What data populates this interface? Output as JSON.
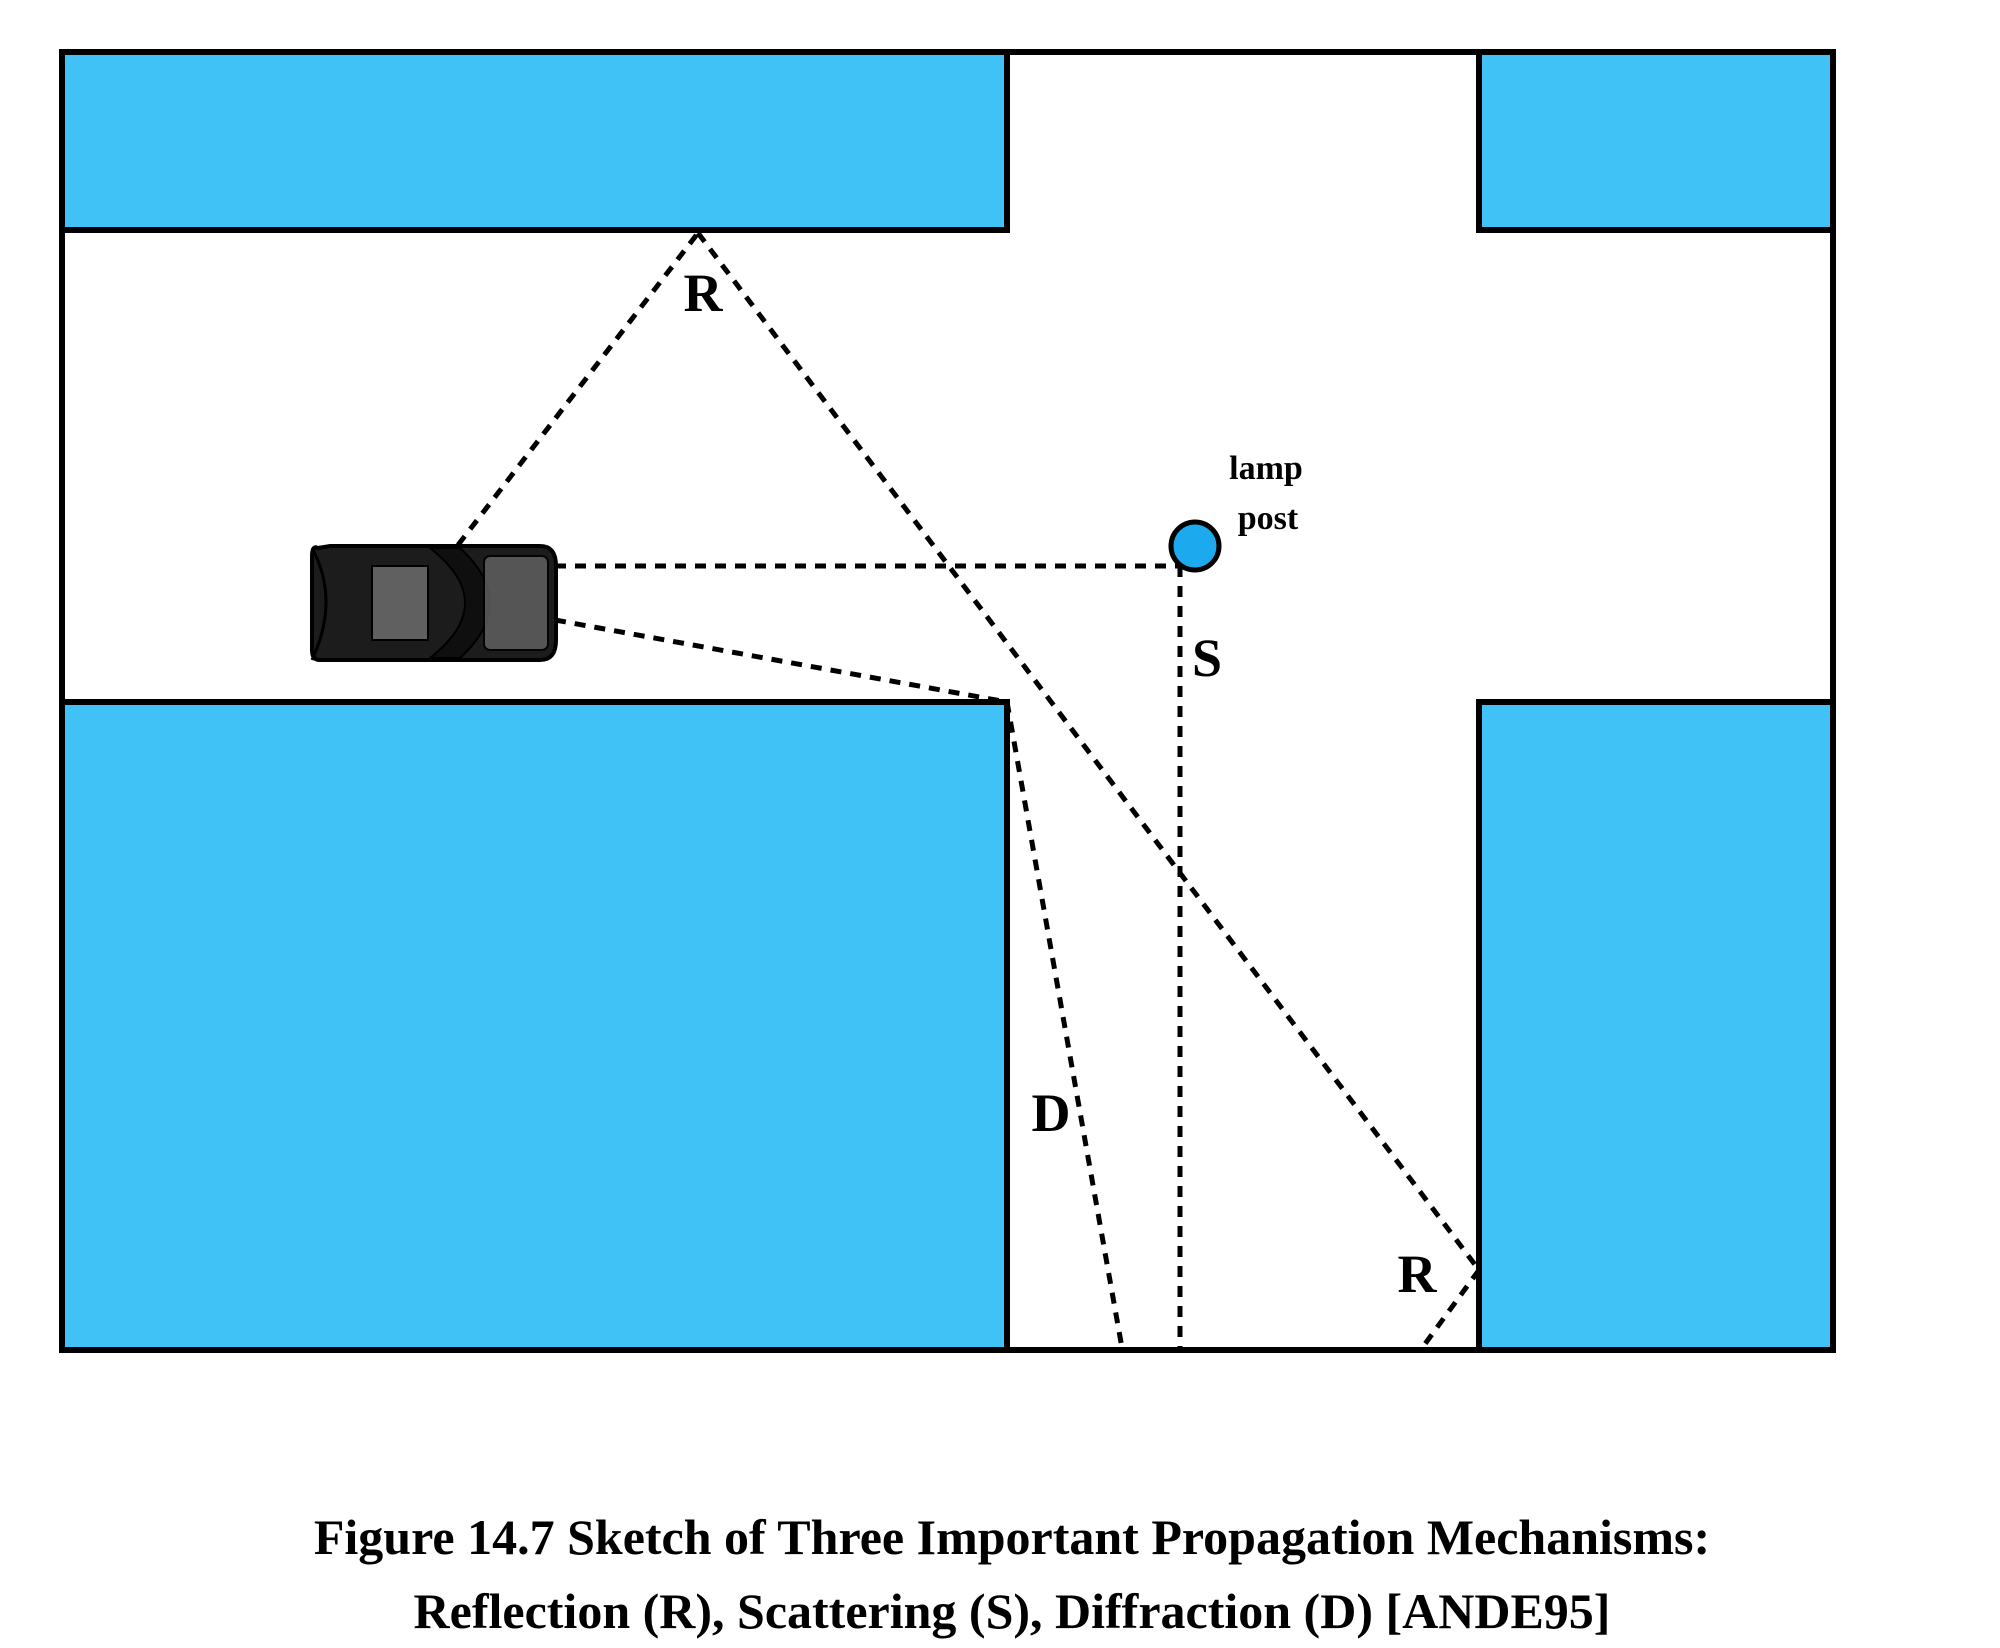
{
  "figure": {
    "colors": {
      "building": "#40c2f7",
      "outline": "#000000",
      "background": "#ffffff",
      "lamp": "#1da9ee",
      "car_body": "#1c1c1c",
      "car_roof": "#5f605f"
    },
    "labels": {
      "reflection_top": "R",
      "reflection_bottom": "R",
      "scattering": "S",
      "diffraction": "D",
      "lamp_line1": "lamp",
      "lamp_line2": "post"
    },
    "caption_line1": "Figure 14.7  Sketch of Three Important Propagation Mechanisms:",
    "caption_line2": "Reflection (R), Scattering (S), Diffraction (D) [ANDE95]"
  }
}
